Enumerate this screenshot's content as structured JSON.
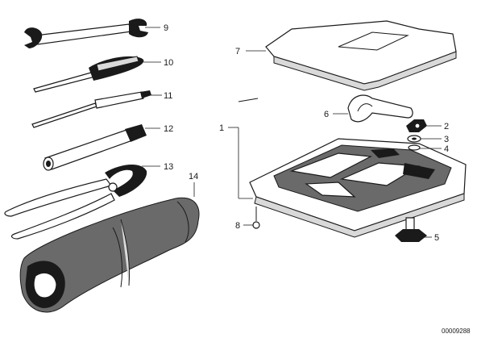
{
  "callouts": {
    "n1": "1",
    "n2": "2",
    "n3": "3",
    "n4": "4",
    "n5": "5",
    "n6": "6",
    "n7": "7",
    "n8": "8",
    "n9": "9",
    "n10": "10",
    "n11": "11",
    "n12": "12",
    "n13": "13",
    "n14": "14"
  },
  "drawing_code": "00009288"
}
